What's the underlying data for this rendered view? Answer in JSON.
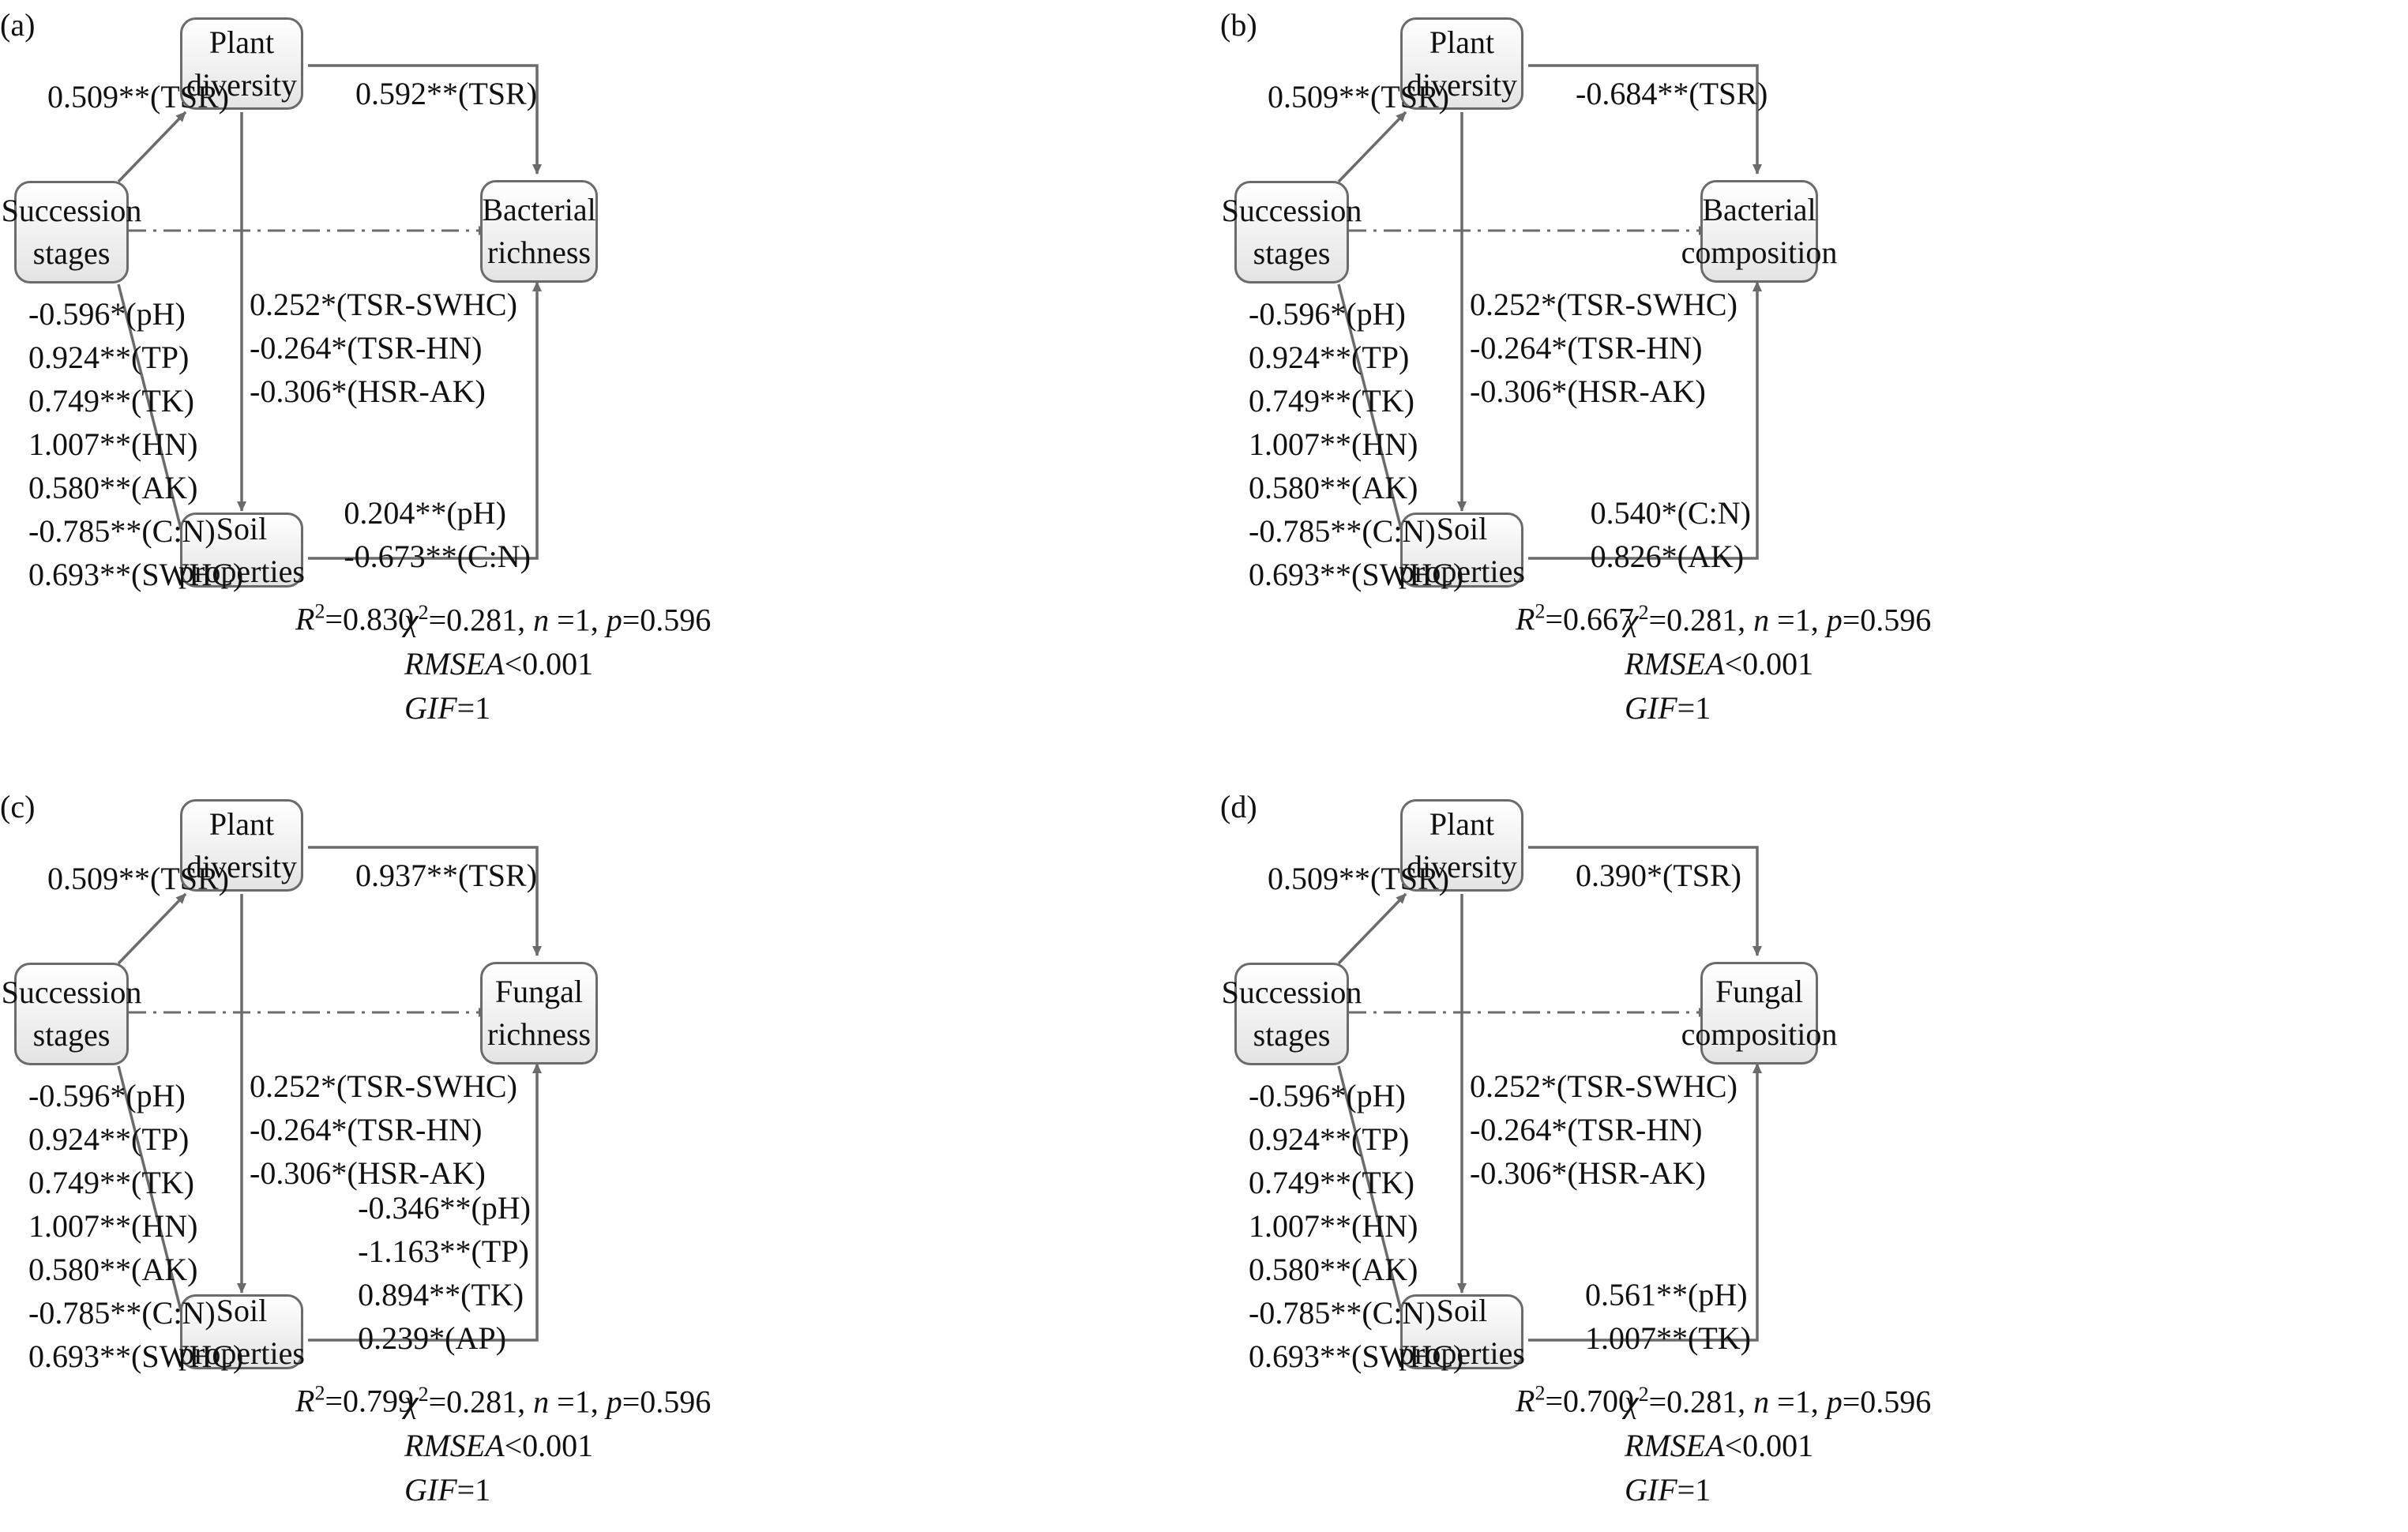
{
  "panels": [
    {
      "tag": "(a)",
      "nodes": {
        "succession": "Succession\nstages",
        "plant": "Plant diversity",
        "soil": "Soil properties",
        "target": "Bacterial\nrichness"
      },
      "edges": {
        "succession_plant": "0.509**(TSR)",
        "plant_target": "0.592**(TSR)",
        "plant_soil": [
          "0.252*(TSR-SWHC)",
          "-0.264*(TSR-HN)",
          "-0.306*(HSR-AK)"
        ],
        "succession_soil": [
          "-0.596*(pH)",
          "0.924**(TP)",
          "0.749**(TK)",
          "1.007**(HN)",
          "0.580**(AK)",
          "-0.785**(C:N)",
          "0.693**(SWHC)"
        ],
        "soil_target": [
          "0.204**(pH)",
          "-0.673**(C:N)"
        ]
      },
      "fit": {
        "r2": "=0.830",
        "chi2": "=0.281, ",
        "n": " =1, ",
        "p": "=0.596",
        "rmsea": "<0.001",
        "gif": "=1"
      }
    },
    {
      "tag": "(b)",
      "nodes": {
        "succession": "Succession\nstages",
        "plant": "Plant diversity",
        "soil": "Soil properties",
        "target": "Bacterial\ncomposition"
      },
      "edges": {
        "succession_plant": "0.509**(TSR)",
        "plant_target": "-0.684**(TSR)",
        "plant_soil": [
          "0.252*(TSR-SWHC)",
          "-0.264*(TSR-HN)",
          "-0.306*(HSR-AK)"
        ],
        "succession_soil": [
          "-0.596*(pH)",
          "0.924**(TP)",
          "0.749**(TK)",
          "1.007**(HN)",
          "0.580**(AK)",
          "-0.785**(C:N)",
          "0.693**(SWHC)"
        ],
        "soil_target": [
          "0.540*(C:N)",
          "0.826*(AK)"
        ]
      },
      "fit": {
        "r2": "=0.667",
        "chi2": "=0.281, ",
        "n": " =1, ",
        "p": "=0.596",
        "rmsea": "<0.001",
        "gif": "=1"
      }
    },
    {
      "tag": "(c)",
      "nodes": {
        "succession": "Succession\nstages",
        "plant": "Plant diversity",
        "soil": "Soil properties",
        "target": "Fungal\nrichness"
      },
      "edges": {
        "succession_plant": "0.509**(TSR)",
        "plant_target": "0.937**(TSR)",
        "plant_soil": [
          "0.252*(TSR-SWHC)",
          "-0.264*(TSR-HN)",
          "-0.306*(HSR-AK)"
        ],
        "succession_soil": [
          "-0.596*(pH)",
          "0.924**(TP)",
          "0.749**(TK)",
          "1.007**(HN)",
          "0.580**(AK)",
          "-0.785**(C:N)",
          "0.693**(SWHC)"
        ],
        "soil_target": [
          "-0.346**(pH)",
          "-1.163**(TP)",
          "0.894**(TK)",
          "0.239*(AP)"
        ]
      },
      "fit": {
        "r2": "=0.799",
        "chi2": "=0.281, ",
        "n": " =1, ",
        "p": "=0.596",
        "rmsea": "<0.001",
        "gif": "=1"
      }
    },
    {
      "tag": "(d)",
      "nodes": {
        "succession": "Succession\nstages",
        "plant": "Plant diversity",
        "soil": "Soil properties",
        "target": "Fungal\ncomposition"
      },
      "edges": {
        "succession_plant": "0.509**(TSR)",
        "plant_target": "0.390*(TSR)",
        "plant_soil": [
          "0.252*(TSR-SWHC)",
          "-0.264*(TSR-HN)",
          "-0.306*(HSR-AK)"
        ],
        "succession_soil": [
          "-0.596*(pH)",
          "0.924**(TP)",
          "0.749**(TK)",
          "1.007**(HN)",
          "0.580**(AK)",
          "-0.785**(C:N)",
          "0.693**(SWHC)"
        ],
        "soil_target": [
          "0.561**(pH)",
          "1.007**(TK)"
        ]
      },
      "fit": {
        "r2": "=0.700",
        "chi2": "=0.281, ",
        "n": " =1, ",
        "p": "=0.596",
        "rmsea": "<0.001",
        "gif": "=1"
      }
    }
  ]
}
